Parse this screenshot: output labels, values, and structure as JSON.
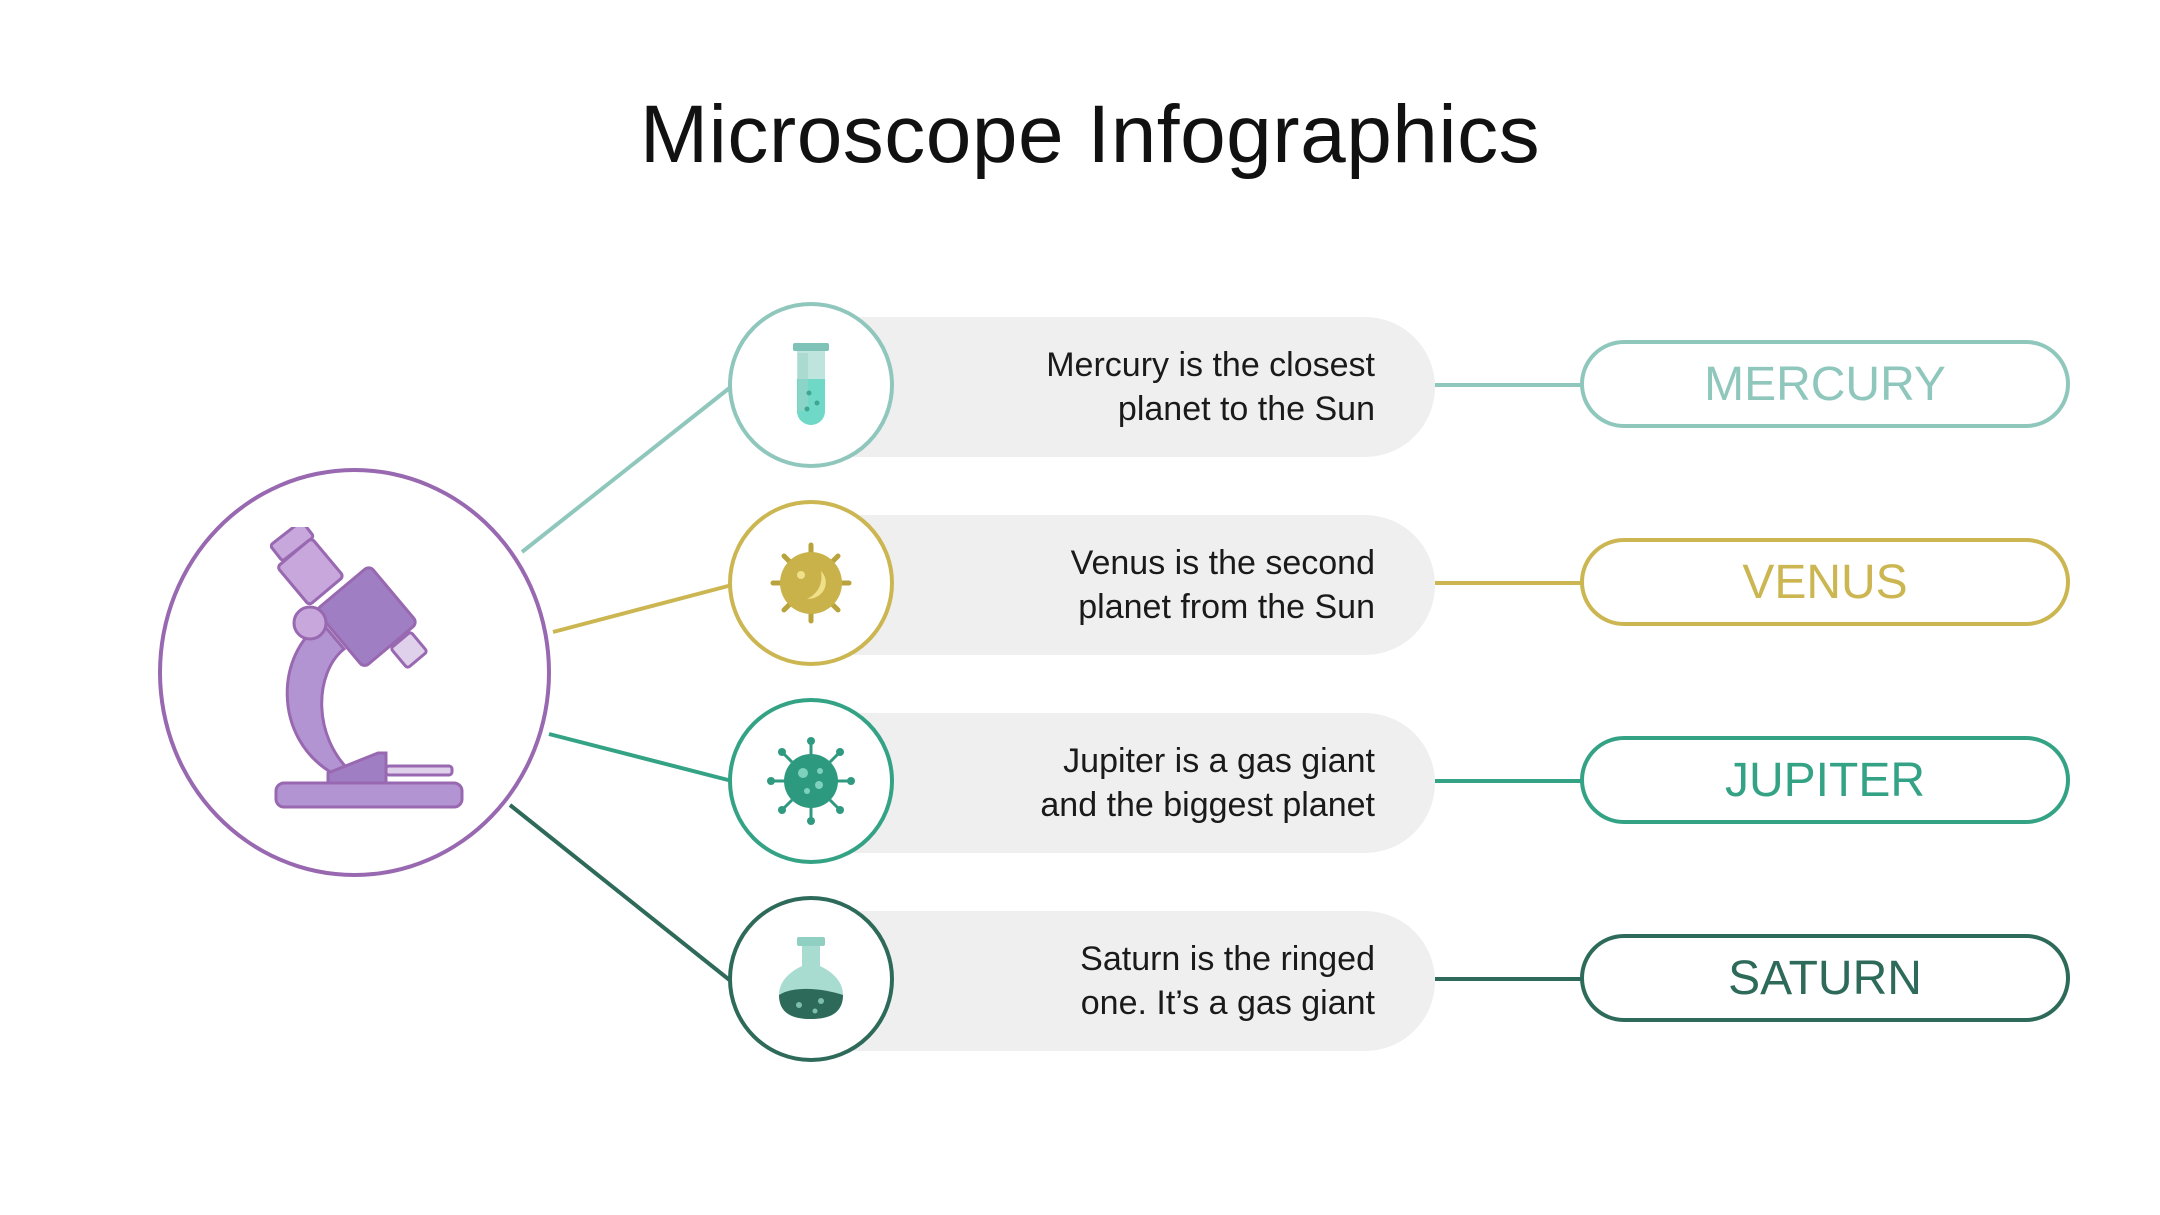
{
  "title": "Microscope Infographics",
  "colors": {
    "center": "#9868b0",
    "mercury": "#8fc7bd",
    "venus": "#cbb652",
    "jupiter": "#34a285",
    "saturn": "#2e6a5a",
    "pill": "#efefef"
  },
  "center_icon": "microscope-icon",
  "items": [
    {
      "label": "MERCURY",
      "desc_line1": "Mercury is the closest",
      "desc_line2": "planet to the Sun",
      "icon": "test-tube-icon"
    },
    {
      "label": "VENUS",
      "desc_line1": "Venus is the second",
      "desc_line2": "planet from the Sun",
      "icon": "cell-icon"
    },
    {
      "label": "JUPITER",
      "desc_line1": "Jupiter is a gas giant",
      "desc_line2": "and the biggest planet",
      "icon": "virus-icon"
    },
    {
      "label": "SATURN",
      "desc_line1": "Saturn is the ringed",
      "desc_line2": "one. It’s a gas giant",
      "icon": "flask-icon"
    }
  ]
}
